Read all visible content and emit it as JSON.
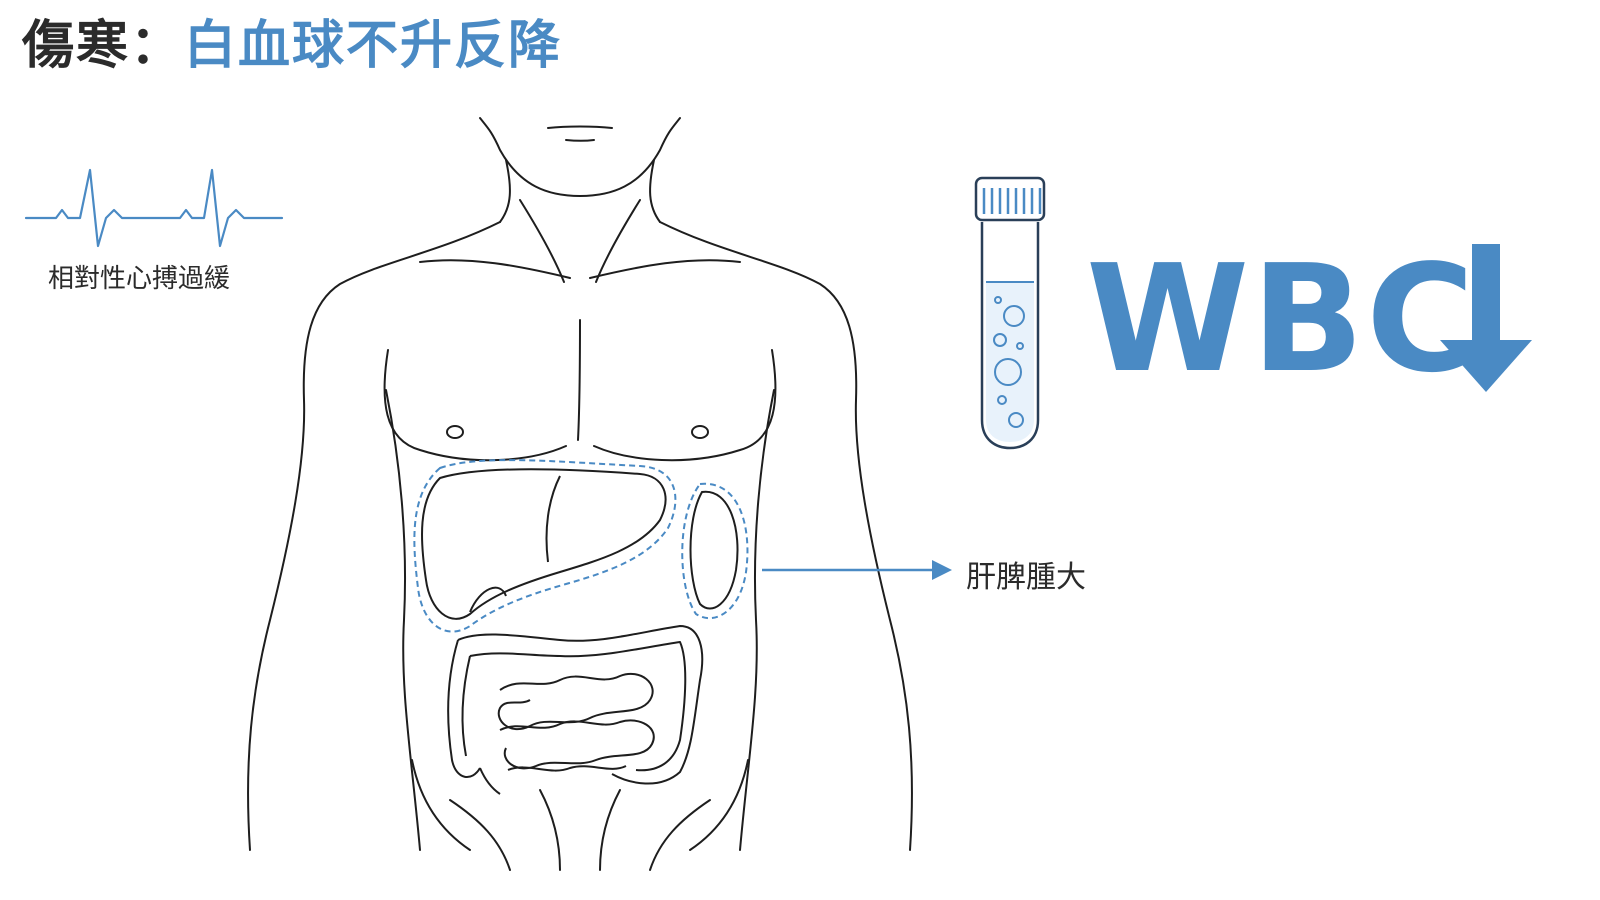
{
  "title": {
    "prefix": "傷寒：",
    "highlight": "白血球不升反降"
  },
  "heart_rate_label": "相對性心搏過緩",
  "organ_label": "肝脾腫大",
  "wbc": {
    "text": "WBC",
    "arrow_icon": "arrow-down-icon"
  },
  "colors": {
    "accent_blue": "#4a8ac4",
    "text_dark": "#2b2b2b",
    "line_dark": "#1e1e1e"
  }
}
